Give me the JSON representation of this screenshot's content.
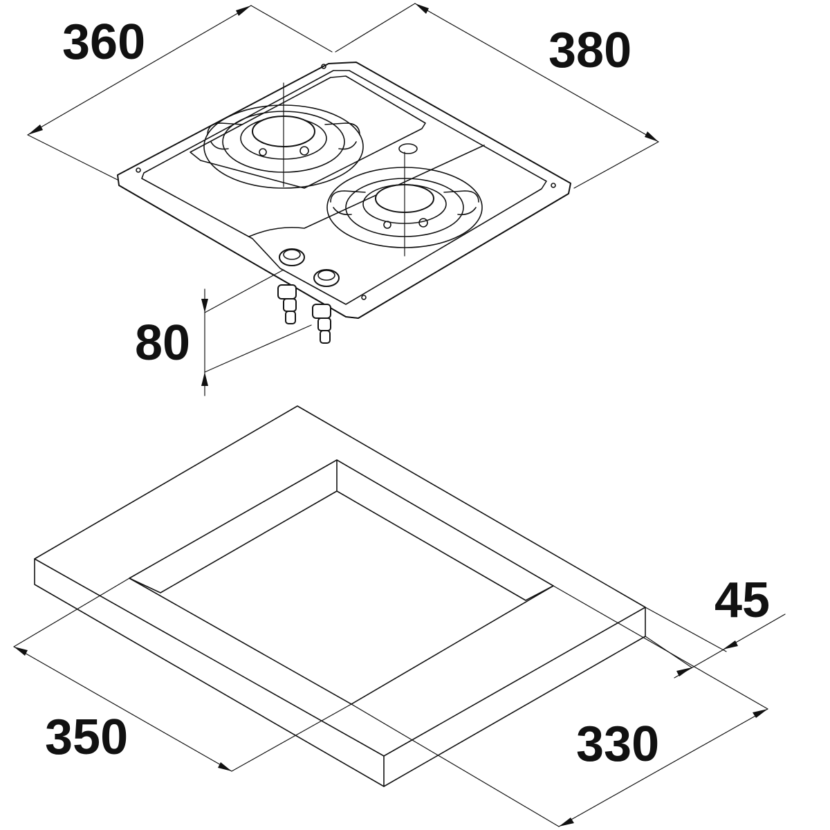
{
  "dimensions": {
    "hob_depth": "360",
    "hob_width": "380",
    "hob_height_below": "80",
    "cutout_depth": "350",
    "cutout_width": "330",
    "worktop_thickness": "45"
  },
  "colors": {
    "line": "#111111",
    "background": "#ffffff"
  }
}
